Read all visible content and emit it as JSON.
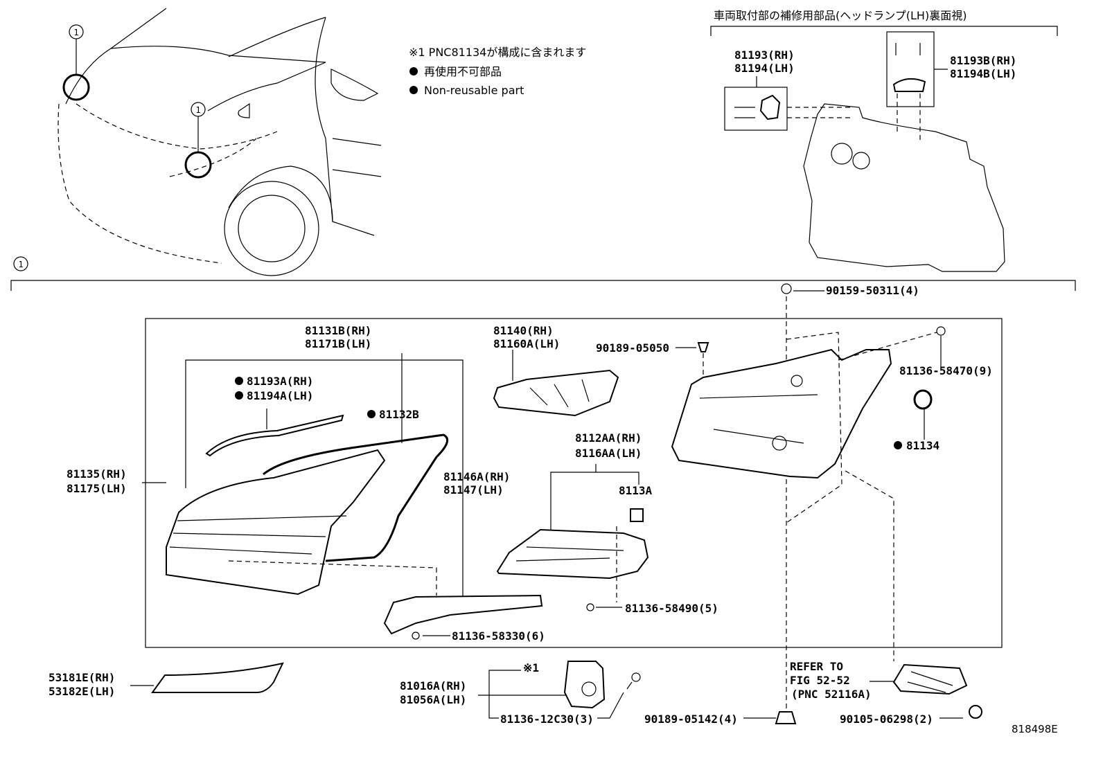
{
  "notes": {
    "n1": "※1 PNC81134が構成に含まれます",
    "n2": "再使用不可部品",
    "n3": "Non-reusable part"
  },
  "top_right_title": "車両取付部の補修用部品(ヘッドランプ(LH)裏面視)",
  "callout_marker": "1",
  "note_ref": "※1",
  "labels": {
    "p81193_rh": "81193(RH)",
    "p81194_lh": "81194(LH)",
    "p81193b_rh": "81193B(RH)",
    "p81194b_lh": "81194B(LH)",
    "p90159": "90159-50311(4)",
    "p90189_05050": "90189-05050",
    "p81136_58470": "81136-58470(9)",
    "p81134": "81134",
    "p81131b": "81131B(RH)",
    "p81171b": "81171B(LH)",
    "p81193a": "81193A(RH)",
    "p81194a": "81194A(LH)",
    "p81132b": "81132B",
    "p81140": "81140(RH)",
    "p81160a": "81160A(LH)",
    "p8112aa": "8112AA(RH)",
    "p8116aa": "8116AA(LH)",
    "p81135": "81135(RH)",
    "p81175": "81175(LH)",
    "p81146a": "81146A(RH)",
    "p81147": "81147(LH)",
    "p8113a": "8113A",
    "p81136_58490": "81136-58490(5)",
    "p81136_58330": "81136-58330(6)",
    "p53181e": "53181E(RH)",
    "p53182e": "53182E(LH)",
    "p81016a": "81016A(RH)",
    "p81056a": "81056A(LH)",
    "p81136_12c30": "81136-12C30(3)",
    "p90189_05142": "90189-05142(4)",
    "refer1": "REFER TO",
    "refer2": "FIG 52-52",
    "refer3": "(PNC 52116A)",
    "p90105": "90105-06298(2)",
    "diagram_id": "818498E"
  }
}
